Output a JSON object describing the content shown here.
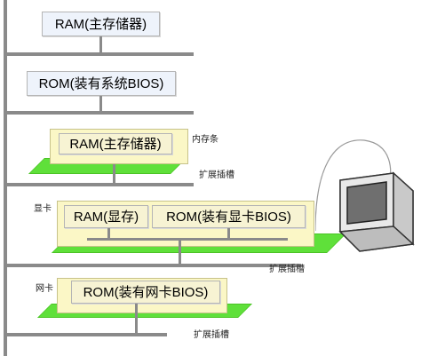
{
  "diagram": {
    "ram_main_top": "RAM(主存储器)",
    "rom_bios": "ROM(装有系统BIOS)",
    "ram_main_slot": "RAM(主存储器)",
    "memory_stick_label": "内存条",
    "expansion_slot_1": "扩展插槽",
    "video_card_label": "显卡",
    "ram_video": "RAM(显存)",
    "rom_video_bios": "ROM(装有显卡BIOS)",
    "expansion_slot_2": "扩展插槽",
    "network_card_label": "网卡",
    "rom_network_bios": "ROM(装有网卡BIOS)",
    "expansion_slot_3": "扩展插槽"
  },
  "colors": {
    "bus": "#8a8a8a",
    "slot_green": "#5fe03a",
    "card_yellow": "#fbf7c6",
    "box_fill": "#f7f3d3"
  }
}
